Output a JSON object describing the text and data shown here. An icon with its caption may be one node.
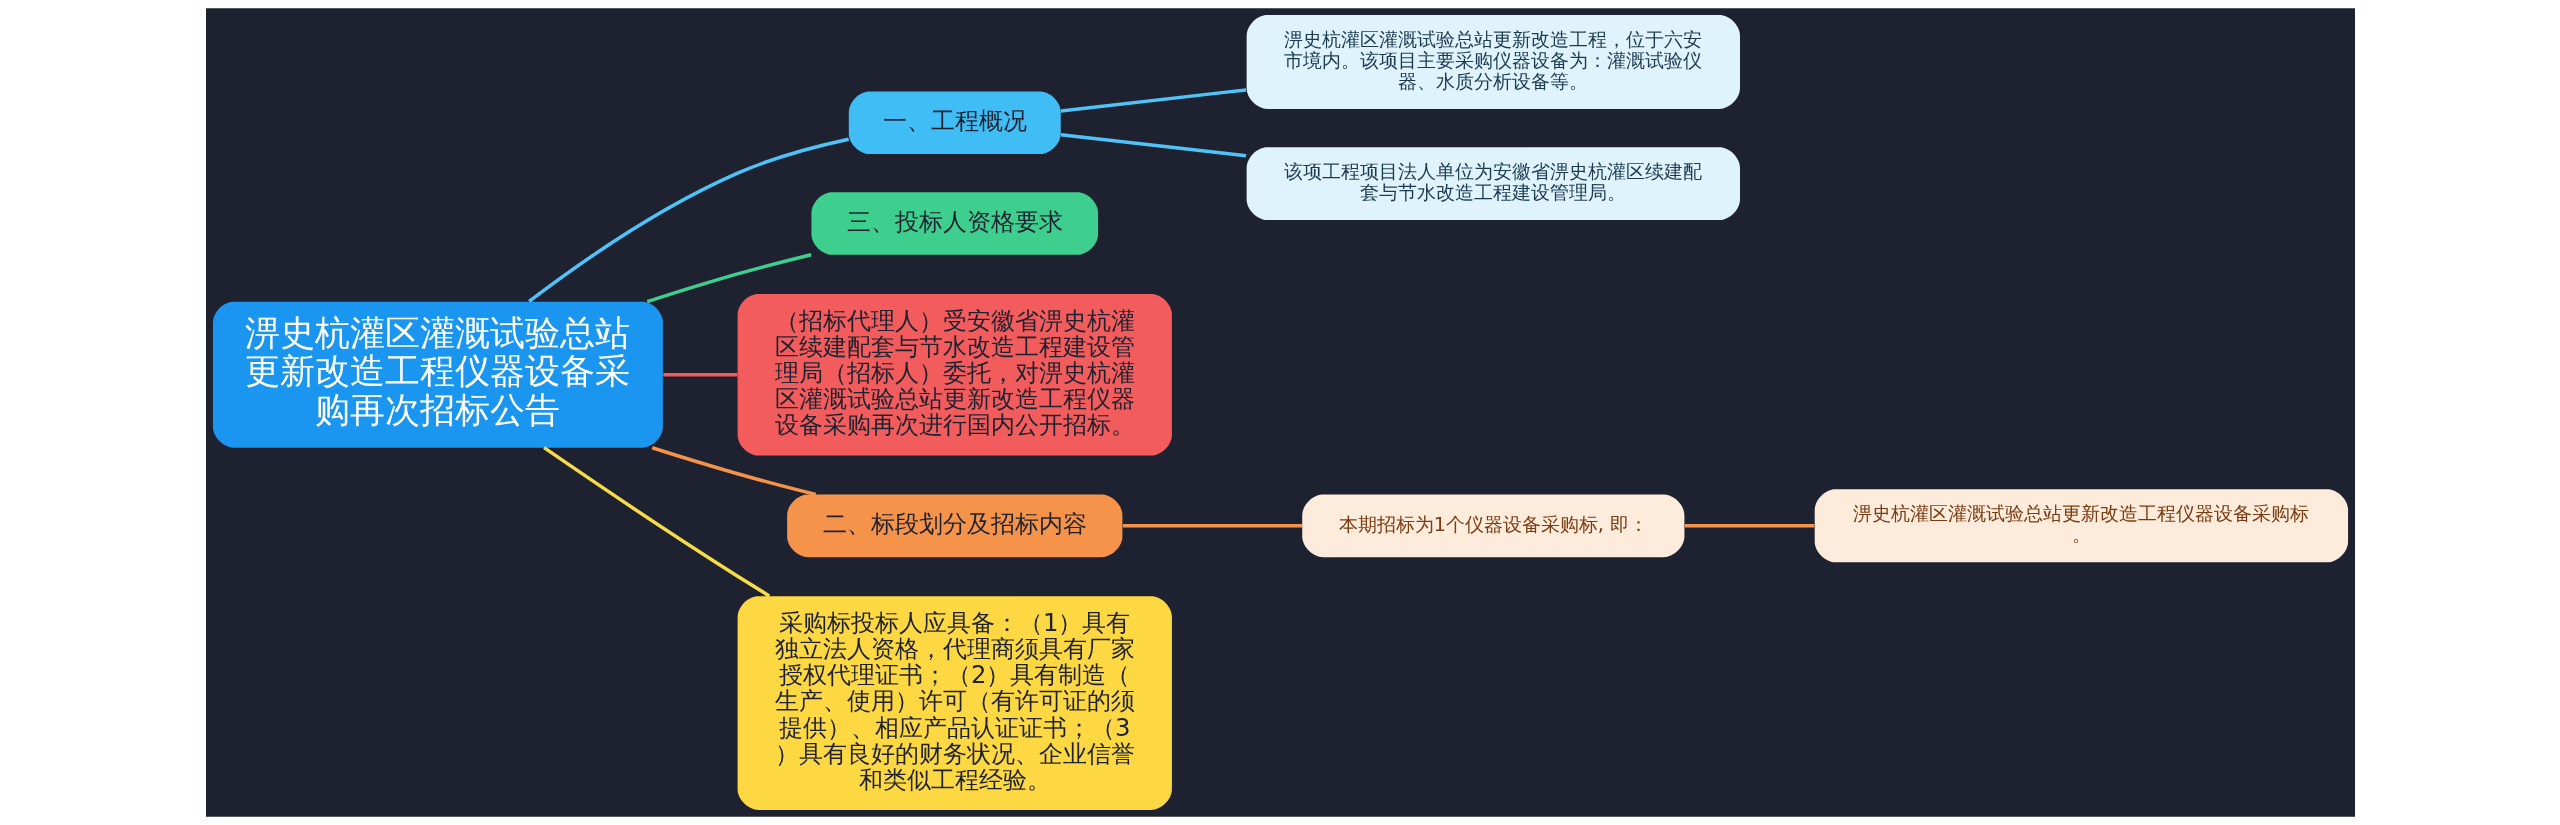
{
  "diagram": {
    "nodes": [
      {
        "text": [
          "淠史杭灌区灌溉试验总站更新改造工程仪器设备采购再次招标公告"
        ]
      },
      {
        "text": [
          "一、工程概况"
        ]
      },
      {
        "text": [
          "淠史杭灌区灌溉试验总站更新改造工程，位于六安市境内。该项目主要采购仪器设备为：灌溉试验仪器、水质分析设备等。"
        ]
      },
      {
        "text": [
          "该项工程项目法人单位为安徽省淠史杭灌区续建配套与节水改造工程建设管理局。"
        ]
      },
      {
        "text": [
          "三、投标人资格要求"
        ]
      },
      {
        "text": [
          "（招标代理人）受安徽省淠史杭灌区续建配套与节水改造工程建设管理局（招标人）委托，对淠史杭灌区灌溉试验总站更新改造工程仪器设备采购再次进行国内公开招标。"
        ]
      },
      {
        "text": [
          "二、标段划分及招标内容"
        ]
      },
      {
        "text": [
          "本期招标为1个仪器设备采购标, 即："
        ]
      },
      {
        "text": [
          "淠史杭灌区灌溉试验总站更新改造工程仪器设备采购标。"
        ]
      },
      {
        "text": [
          "采购标投标人应具备：（1）具有独立法人资格，代理商须具有厂家授权代理证书；（2）具有制造（生产、使用）许可（有许可证的须提供）、相应产品认证证书；（3）具有良好的财务状况、企业信誉和类似工程经验。"
        ]
      }
    ],
    "edges": [
      {
        "from": 0,
        "to": 5,
        "arrow": "none",
        "color": "#f25c5c"
      },
      {
        "from": 0,
        "to": 1,
        "arrow": "none",
        "color": "#4fc3f7"
      },
      {
        "from": 1,
        "to": 2,
        "arrow": "none",
        "color": "#4fc3f7"
      },
      {
        "from": 1,
        "to": 3,
        "arrow": "none",
        "color": "#4fc3f7"
      },
      {
        "from": 0,
        "to": 6,
        "arrow": "none",
        "color": "#f5934a"
      },
      {
        "from": 6,
        "to": 7,
        "arrow": "none",
        "color": "#f5934a"
      },
      {
        "from": 7,
        "to": 8,
        "arrow": "none",
        "color": "#f5934a"
      },
      {
        "from": 0,
        "to": 4,
        "arrow": "none",
        "color": "#3ecf8e"
      },
      {
        "from": 0,
        "to": 9,
        "arrow": "none",
        "color": "#f7dc4a"
      }
    ]
  }
}
